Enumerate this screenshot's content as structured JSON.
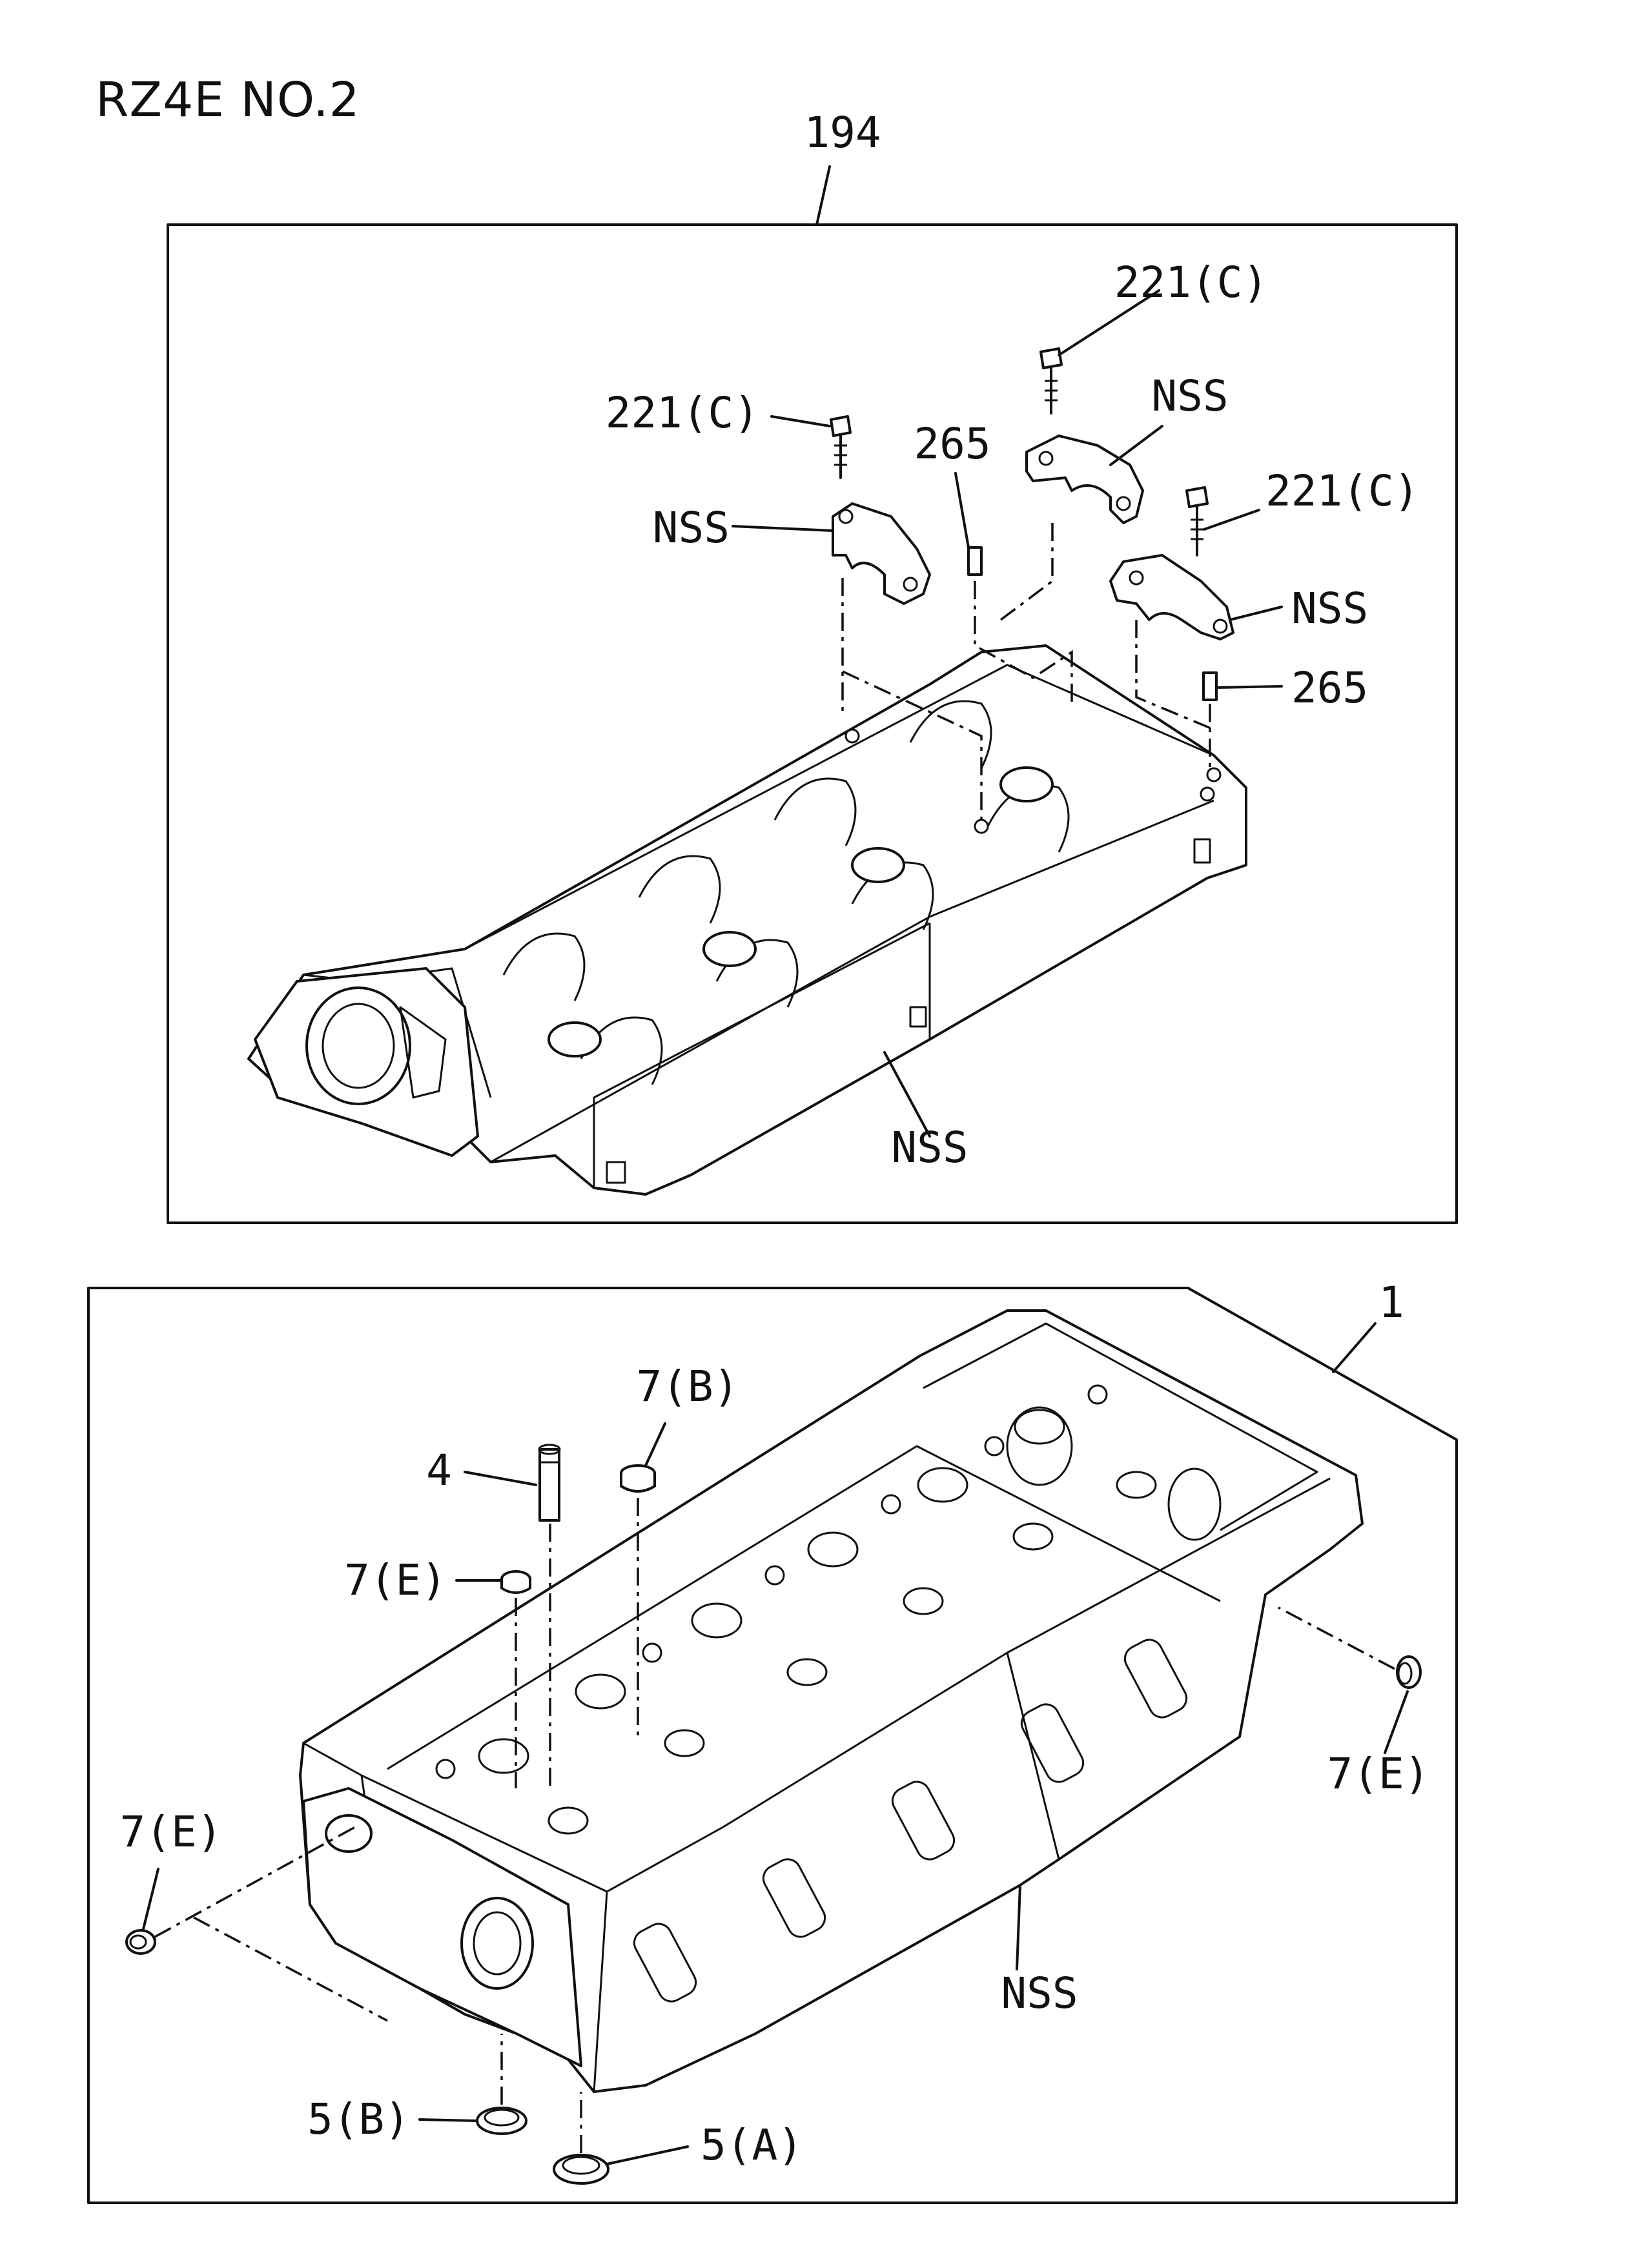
{
  "title": "RZ4E NO.2",
  "upper_group": {
    "ref": "194",
    "labels": {
      "bolt_top": "221(C)",
      "bolt_left": "221(C)",
      "bolt_right": "221(C)",
      "cap_top": "NSS",
      "cap_left": "NSS",
      "cap_right": "NSS",
      "pin_top": "265",
      "pin_right": "265",
      "housing": "NSS"
    }
  },
  "lower_group": {
    "ref": "1",
    "labels": {
      "guide": "4",
      "seal_top": "7(B)",
      "plug_left_top": "7(E)",
      "plug_right": "7(E)",
      "plug_left": "7(E)",
      "head": "NSS",
      "ring_b": "5(B)",
      "ring_a": "5(A)"
    }
  }
}
